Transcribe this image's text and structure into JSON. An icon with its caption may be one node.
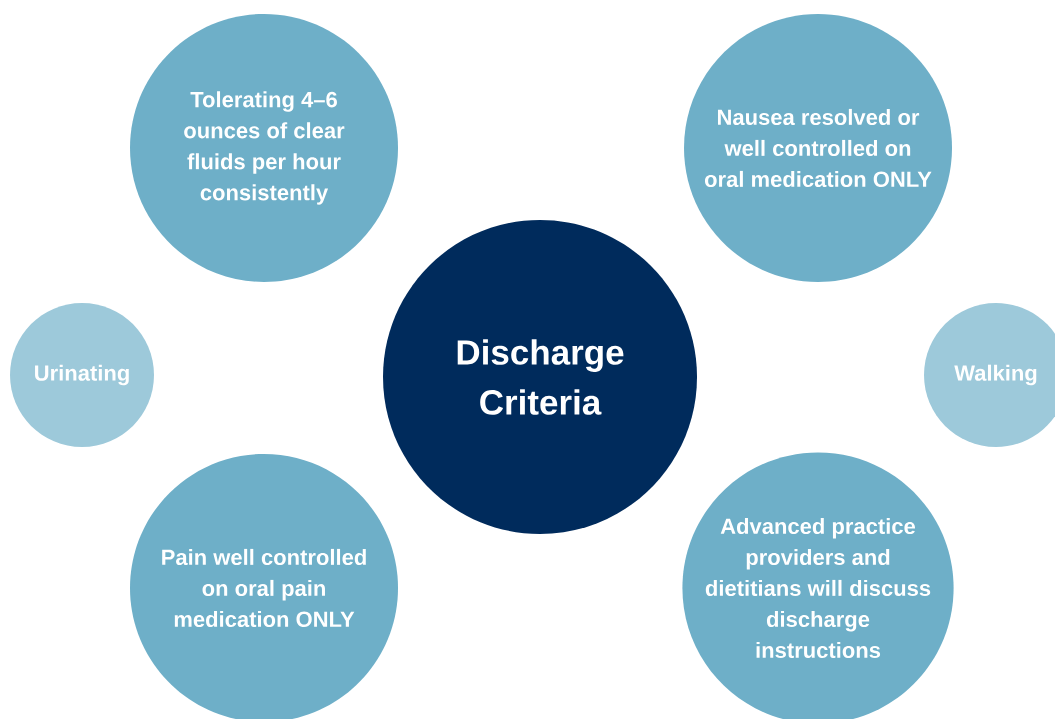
{
  "diagram": {
    "nodes": [
      {
        "text": [
          "Tolerating 4–6 ounces of clear fluids per hour consistently"
        ]
      },
      {
        "text": [
          "Nausea resolved or well controlled on oral medication ONLY"
        ]
      },
      {
        "text": [
          "Urinating"
        ]
      },
      {
        "text": [
          "Discharge Criteria"
        ]
      },
      {
        "text": [
          "Walking"
        ]
      },
      {
        "text": [
          "Pain well controlled on oral pain medication ONLY"
        ]
      },
      {
        "text": [
          "Advanced practice providers and dietitians will discuss discharge instructions"
        ]
      }
    ]
  }
}
